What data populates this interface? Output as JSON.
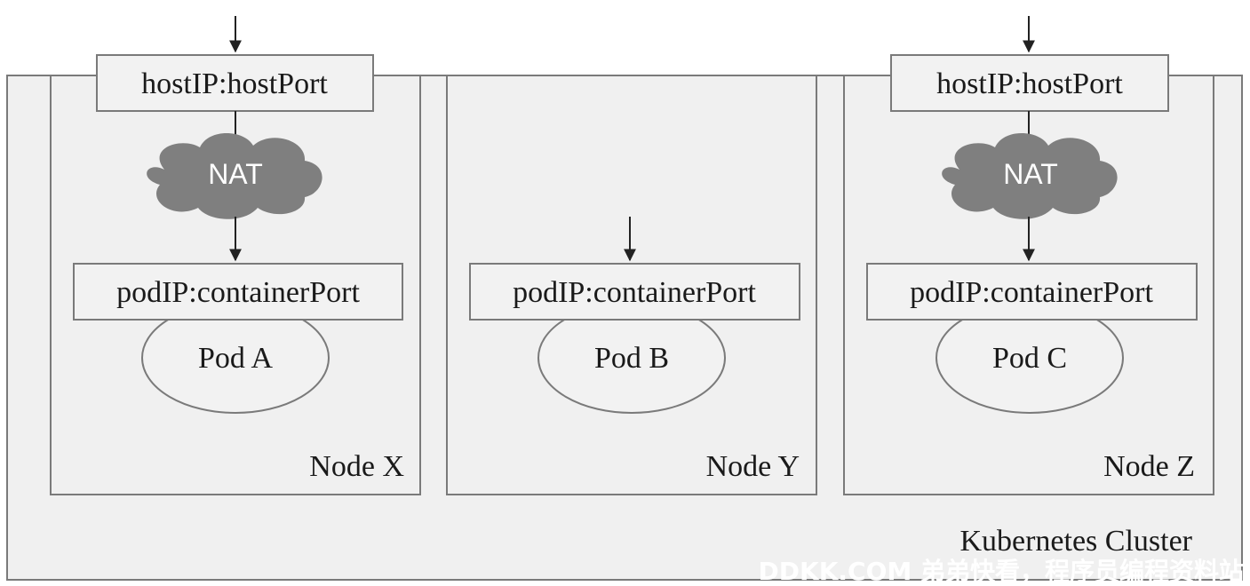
{
  "cluster": {
    "label": "Kubernetes Cluster"
  },
  "nodes": [
    {
      "label": "Node X",
      "host_port": "hostIP:hostPort",
      "nat": "NAT",
      "pod_port": "podIP:containerPort",
      "pod": "Pod A"
    },
    {
      "label": "Node Y",
      "pod_port": "podIP:containerPort",
      "pod": "Pod B"
    },
    {
      "label": "Node Z",
      "host_port": "hostIP:hostPort",
      "nat": "NAT",
      "pod_port": "podIP:containerPort",
      "pod": "Pod C"
    }
  ],
  "watermark": "DDKK.COM 弟弟快看，程序员编程资料站",
  "colors": {
    "cluster_fill": "#f0f0f0",
    "node_fill": "#f0f0f0",
    "box_fill": "#f2f2f2",
    "line": "#7a7a7a",
    "nat_cloud": "#7f7f7f",
    "arrow": "#222222"
  }
}
